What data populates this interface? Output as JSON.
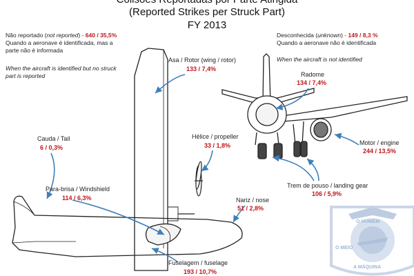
{
  "title": {
    "line1": "Colisões Reportadas por Parte Atingida",
    "line2": "(Reported Strikes per Struck Part)",
    "line3": "FY 2013"
  },
  "not_reported": {
    "label_pt": "Não reportado (",
    "label_en": "not reported",
    "label_close": ") -",
    "value": "640 / 35,5%",
    "desc_line1": "Quando a aeronave é identificada, mas a",
    "desc_line2": "parte não é informada",
    "en_line1": "When the aircraft is identified but no struck",
    "en_line2": "part is reported"
  },
  "unknown": {
    "label_pt": "Desconhecida (",
    "label_en": "unknown",
    "label_close": ") -",
    "value": "149 / 8,3 %",
    "desc_line1": "Quando a aeronave não é identificada",
    "en_line1": "When the aircraft is not identified"
  },
  "parts": {
    "wing": {
      "label": "Asa / Rotor (wing / rotor)",
      "value": "133 / 7,4%"
    },
    "radome": {
      "label": "Radome",
      "value": "134 / 7,4%"
    },
    "tail": {
      "label": "Cauda / Tail",
      "value": "6 / 0,3%"
    },
    "propeller": {
      "label": "Hélice  / propeller",
      "value": "33 / 1,8%"
    },
    "engine": {
      "label": "Motor / engine",
      "value": "244 / 13,5%"
    },
    "windshield": {
      "label": "Para-brisa  / Windshield",
      "value": "114  / 6,3%"
    },
    "nose": {
      "label": "Nariz / nose",
      "value": "51 / 2,8%"
    },
    "landing_gear": {
      "label": "Trem de pouso / landing gear",
      "value": "106 / 5,9%"
    },
    "fuselage": {
      "label": "Fuselagem / fuselage",
      "value": "193 / 10,7%"
    }
  },
  "watermark": {
    "text_top": "O HOMEM",
    "text_bottom": "A MÁQUINA",
    "text_left": "O MEIO"
  },
  "colors": {
    "value_red": "#c0161c",
    "arrow_blue": "#3f7fb8",
    "watermark_blue": "#9fb6d6"
  }
}
